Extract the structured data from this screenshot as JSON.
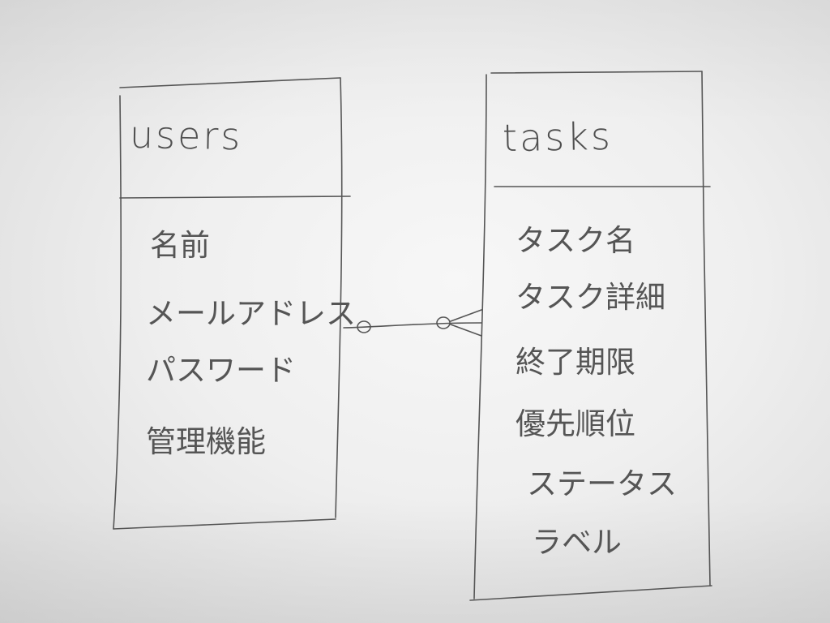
{
  "entities": {
    "users": {
      "title": "users",
      "attributes": [
        "名前",
        "メールアドレス",
        "パスワード",
        "管理機能"
      ]
    },
    "tasks": {
      "title": "tasks",
      "attributes": [
        "タスク名",
        "タスク詳細",
        "終了期限",
        "優先順位",
        "ステータス",
        "ラベル"
      ]
    }
  },
  "relationship": {
    "from": "users",
    "to": "tasks",
    "from_cardinality": "zero-or-one",
    "to_cardinality": "zero-or-many"
  },
  "colors": {
    "pencil": "#555555",
    "paper": "#f2f2f2"
  }
}
